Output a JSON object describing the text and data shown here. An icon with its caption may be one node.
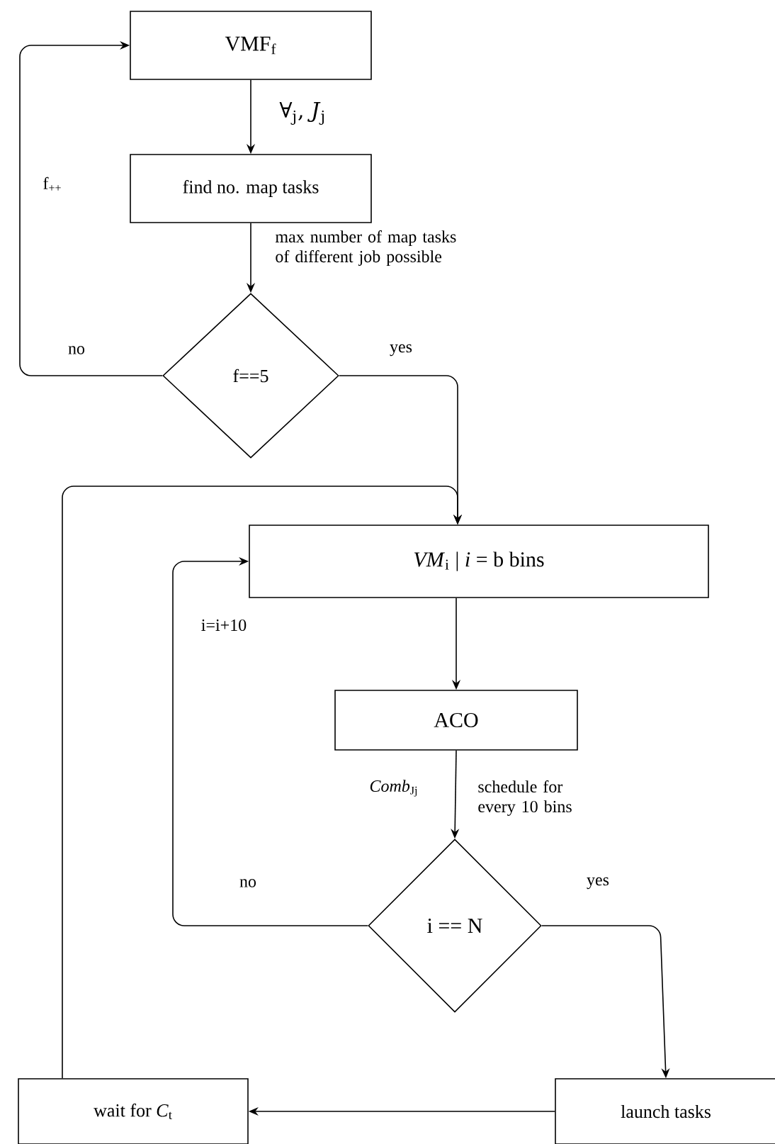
{
  "diagram": {
    "nodes": [
      {
        "text": [
          "VMF$_{f}$"
        ]
      },
      {
        "text": [
          "find no. map tasks"
        ]
      },
      {
        "text": [
          "f==5"
        ]
      },
      {
        "text": [
          "*VM*$_{i}$ | *i* = b  bins"
        ]
      },
      {
        "text": [
          "ACO"
        ]
      },
      {
        "text": [
          "i == N"
        ]
      },
      {
        "text": [
          "launch tasks"
        ]
      },
      {
        "text": [
          "wait for *C*$_{t}$"
        ]
      }
    ],
    "edges": [
      {
        "from": 0,
        "to": 1,
        "arrow": "to",
        "label": "∀$_{j}$, *J*$_{j}$"
      },
      {
        "from": 1,
        "to": 2,
        "arrow": "to",
        "label": "max number of map tasks of different job possible"
      },
      {
        "from": 2,
        "to": 0,
        "arrow": "to",
        "label": "no"
      },
      {
        "from": 2,
        "to": 3,
        "arrow": "to",
        "label": "yes"
      },
      {
        "from": 3,
        "to": 4,
        "arrow": "to"
      },
      {
        "from": 4,
        "to": 5,
        "arrow": "to",
        "label": "schedule for every 10 bins"
      },
      {
        "from": 5,
        "to": 3,
        "arrow": "to",
        "label": "no"
      },
      {
        "from": 5,
        "to": 6,
        "arrow": "to",
        "label": "yes"
      },
      {
        "from": 6,
        "to": 7,
        "arrow": "to"
      },
      {
        "from": 7,
        "to": 3,
        "arrow": "to"
      }
    ],
    "labels": [
      "f$_{++}$",
      "i=i+10",
      "*Comb*$_{Jj}$"
    ]
  }
}
